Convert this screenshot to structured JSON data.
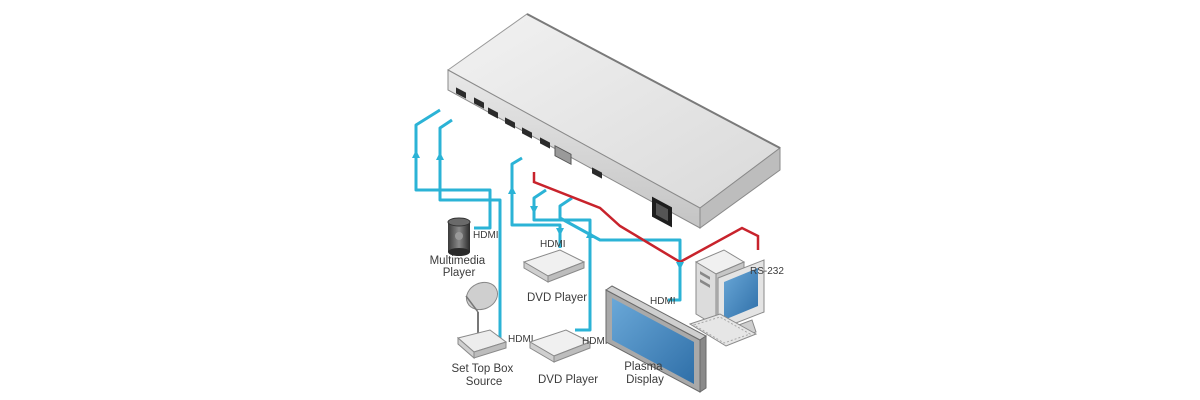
{
  "labels": {
    "hdmi_multimedia": "HDMI",
    "multimedia_player": [
      "Multimedia",
      "Player"
    ],
    "hdmi_dvd_top": "HDMI",
    "dvd_player_top": "DVD Player",
    "hdmi_settop": "HDMI",
    "set_top_box": [
      "Set Top Box",
      "Source"
    ],
    "hdmi_dvd_bottom": "HDMI",
    "dvd_player_bottom": "DVD Player",
    "hdmi_plasma": "HDMI",
    "plasma_display": [
      "Plasma",
      "Display"
    ],
    "rs232": "RS-232"
  },
  "colors": {
    "hdmi_cable": "#2bb3d6",
    "rs232_cable": "#c8232c",
    "device_body": "#e6e6e6",
    "device_edge": "#8a8a8a",
    "screen": "#4a90c8"
  }
}
